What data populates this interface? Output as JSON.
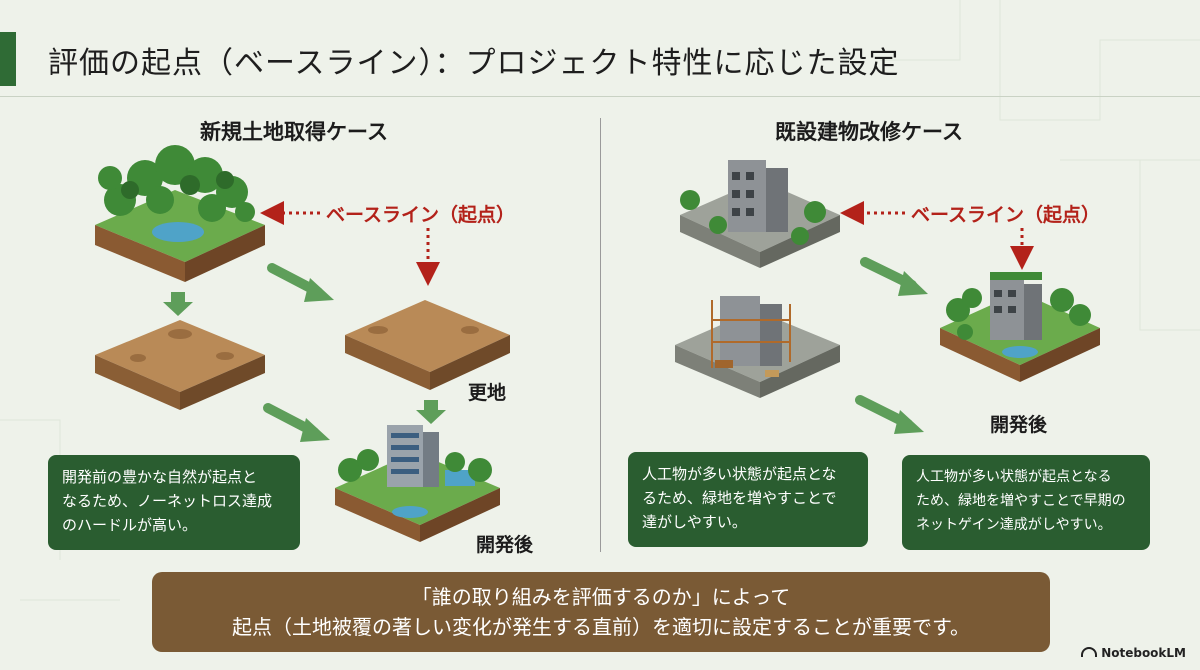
{
  "title": "評価の起点（ベースライン）：プロジェクト特性に応じた設定",
  "left": {
    "heading": "新規土地取得ケース",
    "baseline_label": "ベースライン（起点）",
    "cleared_label": "更地",
    "after_label": "開発後",
    "note_lines": [
      "開発前の豊かな自然が起点と",
      "なるため、ノーネットロス達成",
      "のハードルが高い。"
    ]
  },
  "right": {
    "heading": "既設建物改修ケース",
    "baseline_label": "ベースライン（起点）",
    "after_label": "開発後",
    "note1_lines": [
      "人工物が多い状態が起点とな",
      "るため、緑地を増やすことで",
      "達がしやすい。"
    ],
    "note2_lines": [
      "人工物が多い状態が起点となる",
      "ため、緑地を増やすことで早期の",
      "ネットゲイン達成がしやすい。"
    ]
  },
  "banner": {
    "line1": "「誰の取り組みを評価するのか」によって",
    "line2": "起点（土地被覆の著しい変化が発生する直前）を適切に設定することが重要です。"
  },
  "brand": "NotebookLM",
  "colors": {
    "accent_green": "#2f6b35",
    "note_green": "#2a5d30",
    "baseline_red": "#b3221a",
    "banner_brown": "#7a5a35",
    "arrow_green": "#5e9e5a"
  },
  "icons": [
    "forest-tile-icon",
    "bare-soil-tile-icon",
    "developed-tile-icon",
    "building-tile-icon",
    "construction-tile-icon",
    "green-building-tile-icon",
    "notebooklm-logo-icon"
  ]
}
